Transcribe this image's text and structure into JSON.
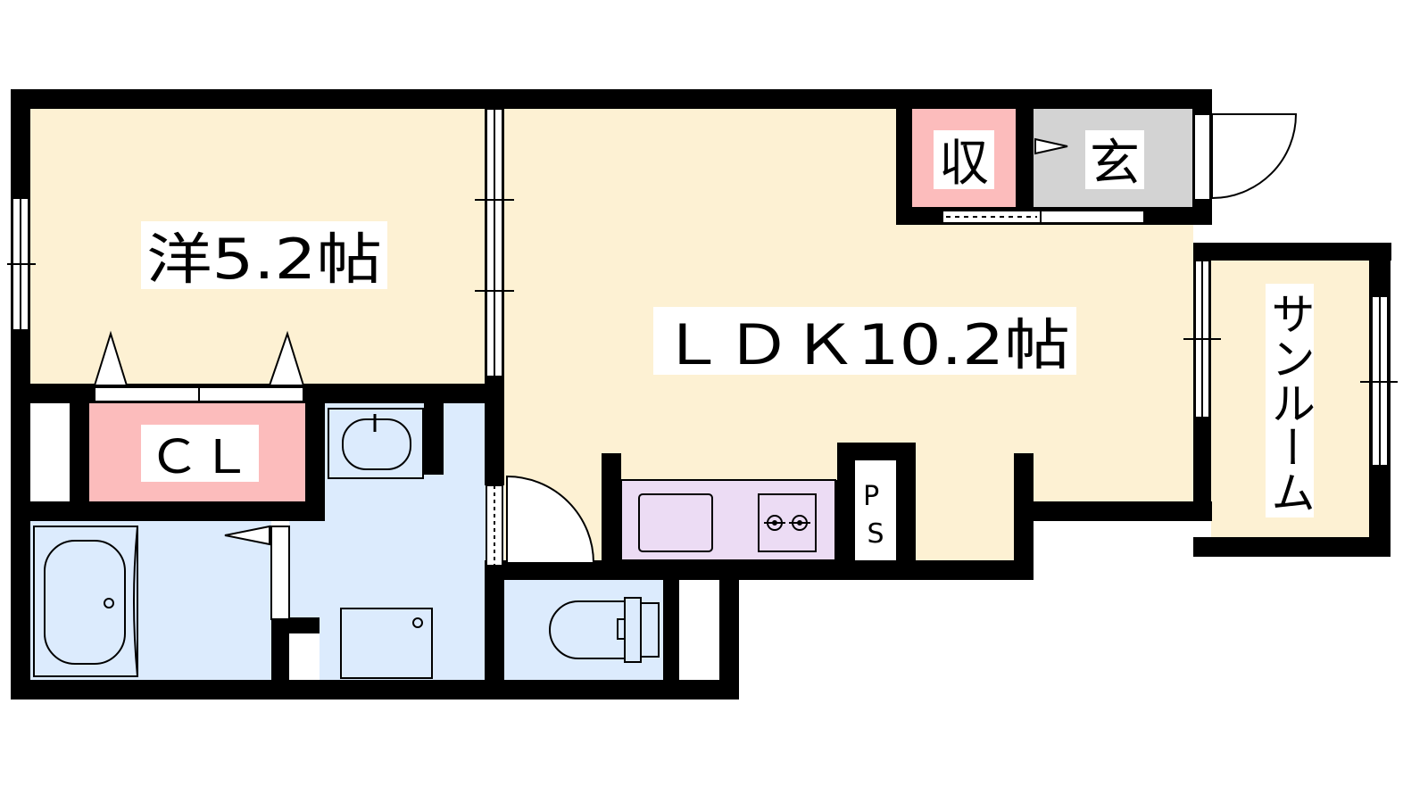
{
  "rooms": {
    "western_room": {
      "label": "洋5.2帖"
    },
    "ldk": {
      "label": "ＬＤＫ10.2帖"
    },
    "closet": {
      "label": "ＣＬ"
    },
    "storage": {
      "label": "収"
    },
    "entrance": {
      "label": "玄"
    },
    "sunroom": {
      "label": "サンルーム"
    },
    "pipe_space": {
      "label": "PS"
    }
  },
  "colors": {
    "wall": "#000000",
    "western_floor": "#fdf1d3",
    "ldk_floor": "#fdf1d3",
    "sunroom_floor": "#fdf1d3",
    "wet_area": "#dcebfd",
    "closet": "#fcbcbc",
    "storage": "#fcbcbc",
    "entrance": "#d3d3d3",
    "kitchen": "#ecdcf4"
  }
}
